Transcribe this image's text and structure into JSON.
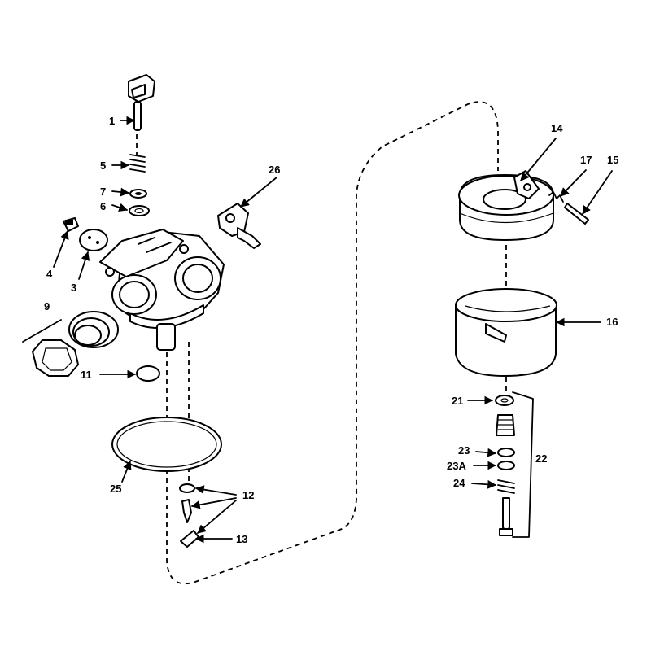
{
  "labels": {
    "l1": "1",
    "l3": "3",
    "l4": "4",
    "l5": "5",
    "l6": "6",
    "l7": "7",
    "l9": "9",
    "l11": "11",
    "l12": "12",
    "l13": "13",
    "l14": "14",
    "l15": "15",
    "l16": "16",
    "l17": "17",
    "l21": "21",
    "l22": "22",
    "l23": "23",
    "l23a": "23A",
    "l24": "24",
    "l25": "25",
    "l26": "26"
  }
}
